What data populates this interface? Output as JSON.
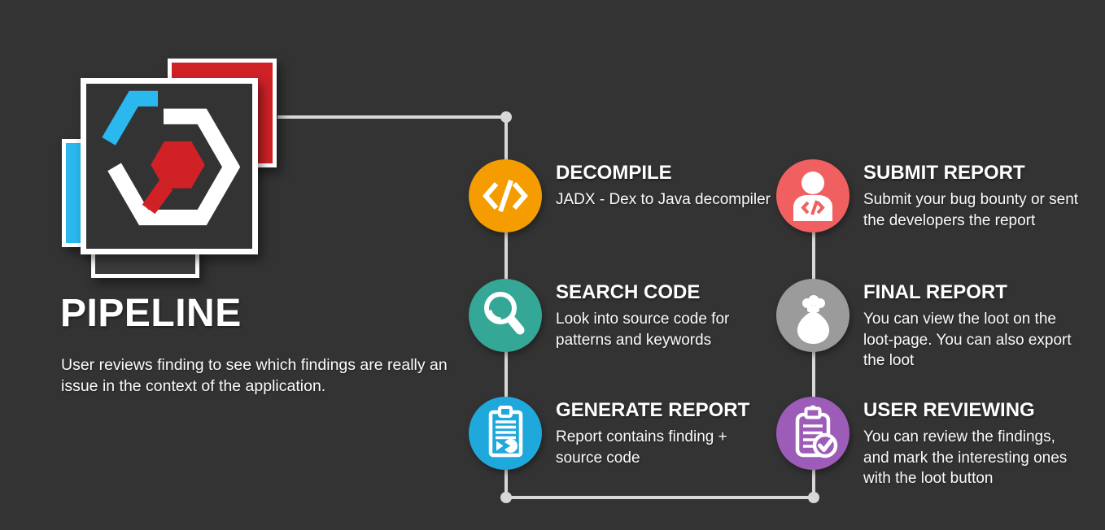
{
  "header": {
    "title": "PIPELINE",
    "description": "User reviews finding to see which findings are really an\nissue in the context of the application."
  },
  "colors": {
    "background": "#333333",
    "line": "#d8d8d8",
    "logo_red": "#d02127",
    "logo_cyan": "#2bb8ef",
    "logo_inner": "#3c3c3c"
  },
  "steps": [
    {
      "id": "decompile",
      "title": "DECOMPILE",
      "description": "JADX - Dex to Java decompiler",
      "color": "#f49c00",
      "icon": "code-icon"
    },
    {
      "id": "search-code",
      "title": "SEARCH CODE",
      "description": "Look into source code for\npatterns and keywords",
      "color": "#35a796",
      "icon": "search-icon"
    },
    {
      "id": "generate-report",
      "title": "GENERATE REPORT",
      "description": "Report contains finding +\nsource code",
      "color": "#1fa8dc",
      "icon": "report-icon"
    },
    {
      "id": "submit-report",
      "title": "SUBMIT REPORT",
      "description": "Submit your bug bounty or sent\nthe developers the report",
      "color": "#f16061",
      "icon": "person-icon"
    },
    {
      "id": "final-report",
      "title": "FINAL REPORT",
      "description": "You can view the loot on the\nloot-page. You can also export\nthe loot",
      "color": "#9b9b9b",
      "icon": "moneybag-icon"
    },
    {
      "id": "user-reviewing",
      "title": "USER REVIEWING",
      "description": "You can review the findings,\nand mark the interesting ones\nwith the loot button",
      "color": "#9d5cb8",
      "icon": "clipboard-check-icon"
    }
  ]
}
